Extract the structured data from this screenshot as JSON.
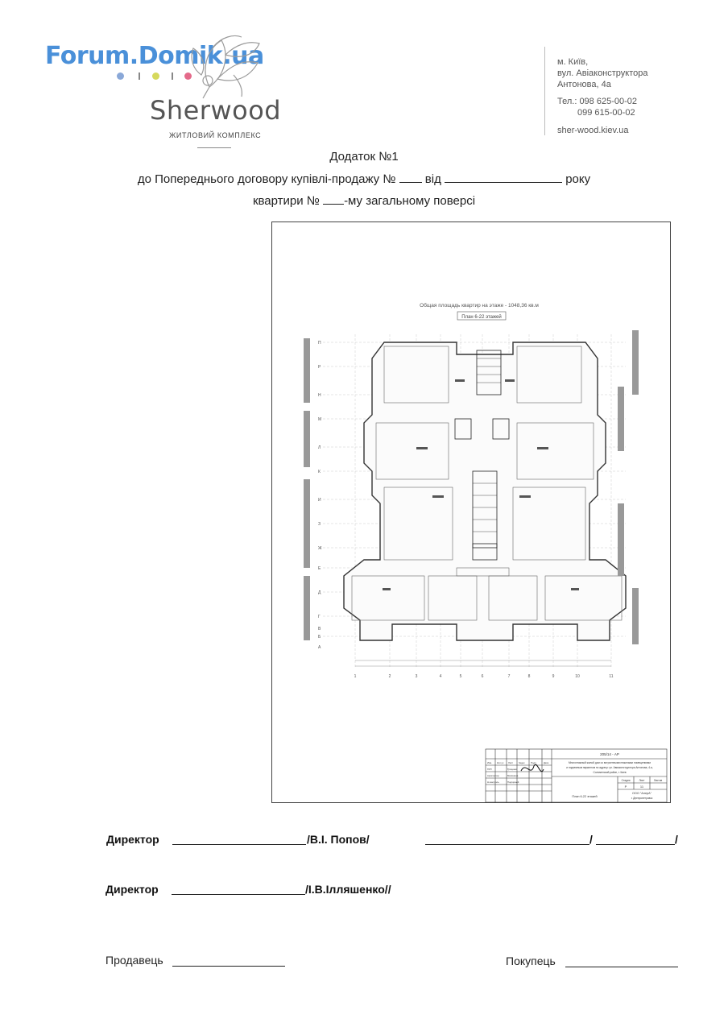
{
  "watermark": "Forum.Domik.ua",
  "brand": {
    "name": "Sherwood",
    "subtitle": "ЖИТЛОВИЙ КОМПЛЕКС",
    "dot_colors": [
      "#8aa8d8",
      "#d6d95c",
      "#e46a8a"
    ]
  },
  "contact": {
    "city": "м. Київ,",
    "street": "вул. Авіаконструктора",
    "building": "Антонова, 4а",
    "phone1": "Тел.: 098 625-00-02",
    "phone2": "099 615-00-02",
    "site": "sher-wood.kiev.ua"
  },
  "header": {
    "line1": "Додаток №1",
    "line2_a": "до Попереднього договору купівлі-продажу №",
    "line2_b": "від",
    "line2_c": "року",
    "line3_a": "квартири №",
    "line3_b": "-му загальному поверсі"
  },
  "plan": {
    "title": "Общая площадь квартир на этаже - 1048,36 кв.м",
    "subtitle": "План 6-22 этажей",
    "axis_letters": [
      "П",
      "Р",
      "Н",
      "М",
      "Л",
      "К",
      "И",
      "З",
      "Ж",
      "Е",
      "Д",
      "Г",
      "В",
      "Б",
      "А"
    ],
    "axis_numbers": [
      "1",
      "2",
      "3",
      "4",
      "5",
      "6",
      "7",
      "8",
      "9",
      "10",
      "11"
    ],
    "stamp": {
      "code": "205/14 - АР",
      "desc1": "Многоэтажный жилой дом со встроенными нежилыми помещениями",
      "desc2": "и подземным паркингом по адресу: ул. Авиаконструктора Антонова, 4-а,",
      "desc3": "Соломенский район, г. Киев",
      "stage_h": "Стадия",
      "sheet_h": "Лист",
      "sheets_h": "Листов",
      "stage": "Р",
      "sheet": "11",
      "sheet_name": "План 6-22 этажей",
      "org1": "ООО \"АлерА\"",
      "org2": "г. Днепропетровск",
      "gip": "ГИП",
      "gip_name": "Троценко",
      "designer": "Архитектор",
      "designer_name": "Малинина",
      "norm": "Н.контроль",
      "norm_name": "Подгорный",
      "col_izm": "Изм.",
      "col_list": "Кол.уч",
      "col_sheet": "Лист",
      "col_doc": "№док",
      "col_sign": "Подп.",
      "col_date": "Дата"
    }
  },
  "signatures": {
    "director1_label": "Директор",
    "director1_name": "/В.І. Попов/",
    "director2_label": "Директор",
    "director2_name": "/І.В.Ілляшенко//",
    "slash": "/",
    "seller": "Продавець",
    "buyer": "Покупець"
  }
}
